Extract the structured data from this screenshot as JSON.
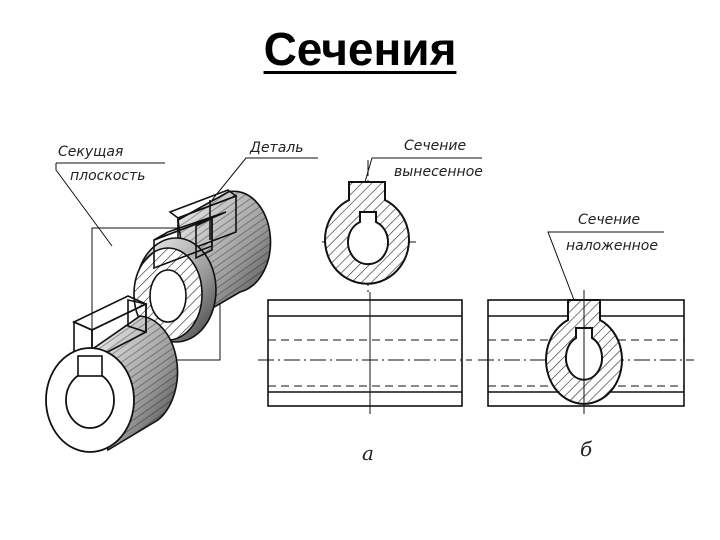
{
  "title": "Сечения",
  "labels": {
    "cutting_plane_line1": "Секущая",
    "cutting_plane_line2": "плоскость",
    "part": "Деталь",
    "removed_section_line1": "Сечение",
    "removed_section_line2": "вынесенное",
    "superimposed_section_line1": "Сечение",
    "superimposed_section_line2": "наложенное",
    "letter_a": "а",
    "letter_b": "б"
  }
}
